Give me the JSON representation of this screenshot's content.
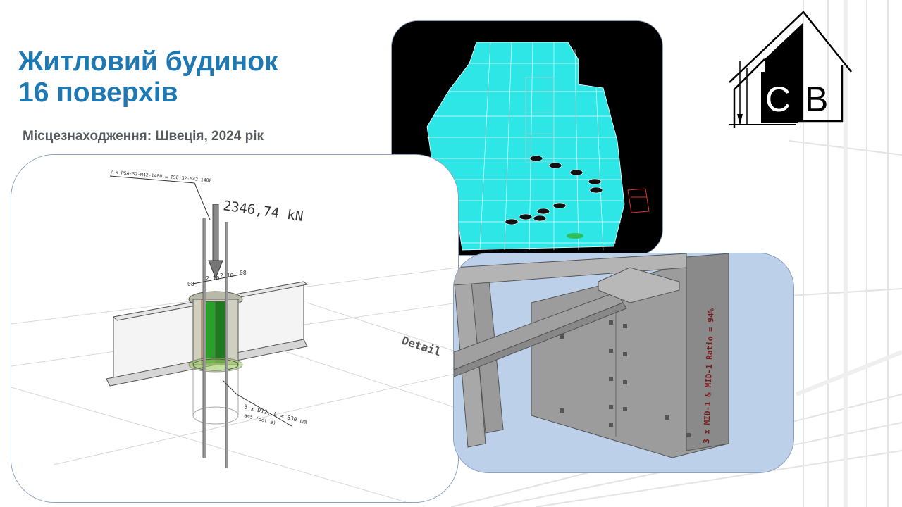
{
  "slide": {
    "title_line1": "Житловий будинок",
    "title_line2": "16 поверхів",
    "location": "Місцезнаходження: Швеція, 2024 рік"
  },
  "logo": {
    "letters": "CB"
  },
  "detail_drawing": {
    "top_annotation": "2 x PSA-32-M42-1400 & TSE-32-M42-1400",
    "load_label": "2346,74 kN",
    "dim_left": "08",
    "dim_mid1": "2,10",
    "dim_mid2": "2,10",
    "dim_right": "08",
    "bottom_annotation_1": "3 x D12, L = 630 mm",
    "bottom_annotation_2": "a=5 (det a)",
    "floor_text": "Detail"
  },
  "render_3d": {
    "ratio_label": "3 x MID-1 & MID-1 Ratio = 94%"
  },
  "colors": {
    "title": "#1e78b4",
    "location": "#555a5f",
    "model_background": "#000000",
    "model_slab": "#2fe6e6",
    "render_background": "#bcd0ea",
    "ratio_text": "#7a1a1a"
  }
}
